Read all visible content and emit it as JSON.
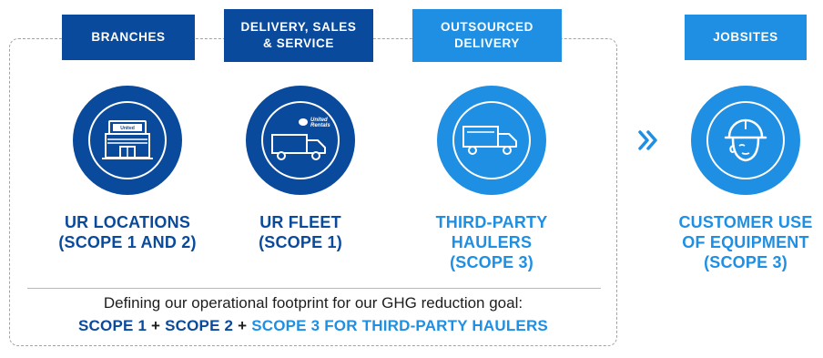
{
  "headers": {
    "branches": "BRANCHES",
    "delivery_line1": "DELIVERY, SALES",
    "delivery_line2": "& SERVICE",
    "outsourced_line1": "OUTSOURCED",
    "outsourced_line2": "DELIVERY",
    "jobsites": "JOBSITES"
  },
  "nodes": [
    {
      "line1": "UR LOCATIONS",
      "line2": "(SCOPE 1 AND 2)",
      "icon": "building-icon"
    },
    {
      "line1": "UR FLEET",
      "line2": "(SCOPE 1)",
      "icon": "branded-truck-icon"
    },
    {
      "line1": "THIRD-PARTY",
      "line2": "HAULERS",
      "line3": "(SCOPE 3)",
      "icon": "truck-icon"
    },
    {
      "line1": "CUSTOMER USE",
      "line2": "OF EQUIPMENT",
      "line3": "(SCOPE 3)",
      "icon": "worker-hardhat-icon"
    }
  ],
  "logo_text": {
    "line1": "United",
    "line2": "Rentals"
  },
  "footer": {
    "line1": "Defining our operational footprint for our GHG reduction goal:",
    "scope1": "SCOPE 1",
    "plus1": " + ",
    "scope2": "SCOPE 2",
    "plus2": " + ",
    "scope3": "SCOPE 3 FOR THIRD-PARTY HAULERS"
  },
  "colors": {
    "dark_blue": "#0a4a9c",
    "light_blue": "#1f8fe3",
    "border_gray": "#a3a3a3"
  }
}
